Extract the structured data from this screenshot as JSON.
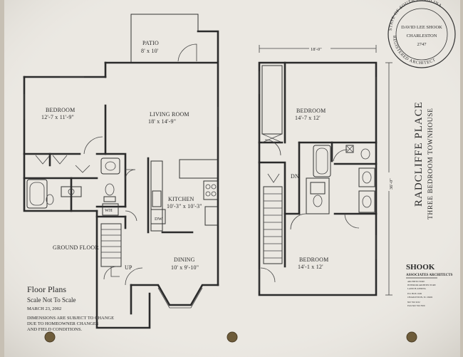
{
  "plan": {
    "rooms": [
      {
        "id": "patio",
        "name": "PATIO",
        "dims": "8' x 10'"
      },
      {
        "id": "living",
        "name": "LIVING ROOM",
        "dims": "18' x 14'-9\""
      },
      {
        "id": "bedroom_ground",
        "name": "BEDROOM",
        "dims": "12'-7 x 11'-9\""
      },
      {
        "id": "kitchen",
        "name": "KITCHEN",
        "dims": "10'-3\" x 10'-3\""
      },
      {
        "id": "dining",
        "name": "DINING",
        "dims": "10' x 9'-10\""
      },
      {
        "id": "bedroom_upper",
        "name": "BEDROOM",
        "dims": "14'-7 x 12'"
      },
      {
        "id": "bedroom_upper_2",
        "name": "BEDROOM",
        "dims": "14'-1 x 12'"
      }
    ],
    "floor_labels": {
      "ground": "GROUND FLOOR"
    },
    "fixtures": {
      "dw": "DW",
      "wh": "WH",
      "up": "UP",
      "dn": "DN"
    },
    "dimensions": {
      "width": "18'-0\"",
      "depth": "36'-0\""
    }
  },
  "title": {
    "heading": "Floor Plans",
    "scale": "Scale Not To Scale",
    "date": "MARCH 23, 2002",
    "disclaimer": [
      "DIMENSIONS ARE SUBJECT TO CHANGE",
      "DUE TO HOMEOWNER CHANGES",
      "AND FIELD CONDITIONS."
    ]
  },
  "project": {
    "name": "RADCLIFFE PLACE",
    "subtitle": "THREE BEDROOM TOWNHOUSE"
  },
  "stamp": {
    "ring_top": "STATE OF SOUTH CAROLINA",
    "ring_bottom": "REGISTERED ARCHITECT",
    "name": "DAVID LEE SHOOK",
    "city": "CHARLESTON",
    "number": "2747"
  },
  "firm": {
    "name": "SHOOK",
    "sub": "ASSOCIATES ARCHITECTS",
    "lines": [
      "ARCHITECTURE",
      "INTERIOR ARCHITECTURE",
      "LAND PLANNING",
      "P.O. BOX 1649",
      "CHARLESTON, SC 29402",
      "843 766 3232",
      "FAX 843 766 7009"
    ]
  },
  "colors": {
    "paper": "#e9e6df",
    "ink": "#2b2b2b",
    "backdrop": "#c9c2b6"
  }
}
